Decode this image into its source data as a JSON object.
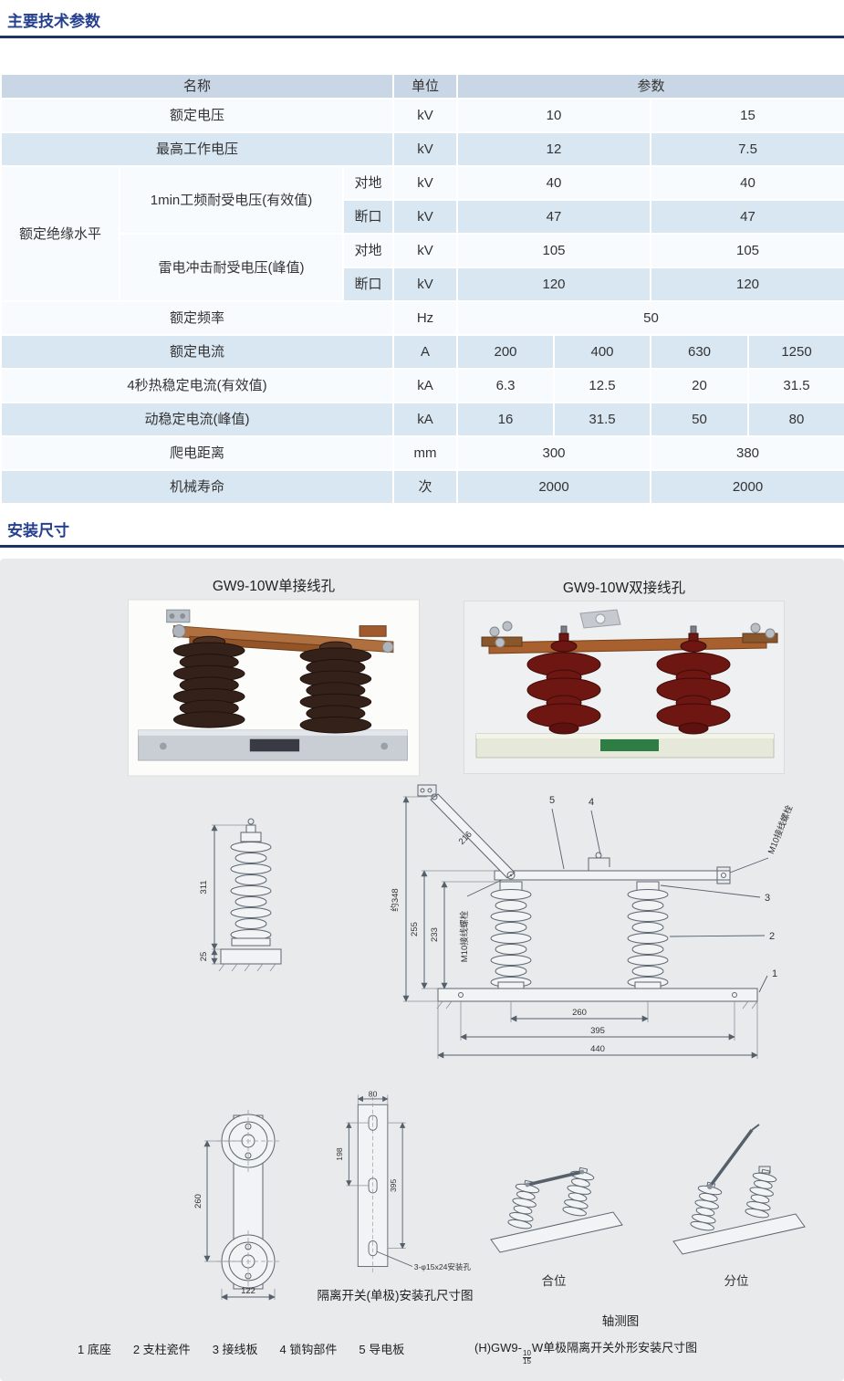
{
  "colors": {
    "title_color": "#24408f",
    "rule_color": "#1d3365",
    "header_bg": "#c8d6e5",
    "row_blue": "#d9e7f3",
    "row_white": "#f8fbfd",
    "panel_bg": "#e8eaec"
  },
  "sections": {
    "params_title": "主要技术参数",
    "install_title": "安装尺寸"
  },
  "table": {
    "header": {
      "name": "名称",
      "unit": "单位",
      "param": "参数"
    },
    "rated_voltage": {
      "name": "额定电压",
      "unit": "kV",
      "v1": "10",
      "v2": "15"
    },
    "max_voltage": {
      "name": "最高工作电压",
      "unit": "kV",
      "v1": "12",
      "v2": "7.5"
    },
    "insulation": {
      "group": "额定绝缘水平",
      "freq_label": "1min工频耐受电压(有效值)",
      "impulse_label": "雷电冲击耐受电压(峰值)",
      "to_ground": "对地",
      "break_port": "断口",
      "unit": "kV",
      "pf_ground": {
        "v1": "40",
        "v2": "40"
      },
      "pf_break": {
        "v1": "47",
        "v2": "47"
      },
      "li_ground": {
        "v1": "105",
        "v2": "105"
      },
      "li_break": {
        "v1": "120",
        "v2": "120"
      }
    },
    "frequency": {
      "name": "额定频率",
      "unit": "Hz",
      "v": "50"
    },
    "current": {
      "name": "额定电流",
      "unit": "A",
      "v1": "200",
      "v2": "400",
      "v3": "630",
      "v4": "1250"
    },
    "thermal": {
      "name": "4秒热稳定电流(有效值)",
      "unit": "kA",
      "v1": "6.3",
      "v2": "12.5",
      "v3": "20",
      "v4": "31.5"
    },
    "dynamic": {
      "name": "动稳定电流(峰值)",
      "unit": "kA",
      "v1": "16",
      "v2": "31.5",
      "v3": "50",
      "v4": "80"
    },
    "creepage": {
      "name": "爬电距离",
      "unit": "mm",
      "v1": "300",
      "v2": "380"
    },
    "mech_life": {
      "name": "机械寿命",
      "unit": "次",
      "v1": "2000",
      "v2": "2000"
    }
  },
  "photos": {
    "left_caption": "GW9-10W单接线孔",
    "right_caption": "GW9-10W双接线孔"
  },
  "drawing": {
    "dim_311": "311",
    "dim_25": "25",
    "dim_216": "216",
    "dim_348": "约348",
    "dim_255": "255",
    "dim_233": "233",
    "bolt_left": "M10接线螺栓",
    "bolt_right": "M10接线螺栓",
    "callout_1": "1",
    "callout_2": "2",
    "callout_3": "3",
    "callout_4": "4",
    "callout_5": "5",
    "dim_260": "260",
    "dim_395": "395",
    "dim_440": "440"
  },
  "mounting": {
    "dim_260": "260",
    "dim_122": "122",
    "dim_80": "80",
    "dim_198": "198",
    "dim_395": "395",
    "hole_note": "3-φ15x24安装孔",
    "caption": "隔离开关(单极)安装孔尺寸图"
  },
  "axonometric": {
    "closed": "合位",
    "open": "分位",
    "caption": "轴测图"
  },
  "legend": {
    "items": [
      "1 底座",
      "2 支柱瓷件",
      "3 接线板",
      "4 锁钩部件",
      "5 导电板"
    ],
    "figure_prefix": "(H)GW9-",
    "figure_frac_top": "10",
    "figure_frac_bottom": "15",
    "figure_suffix": "W单极隔离开关外形安装尺寸图"
  }
}
